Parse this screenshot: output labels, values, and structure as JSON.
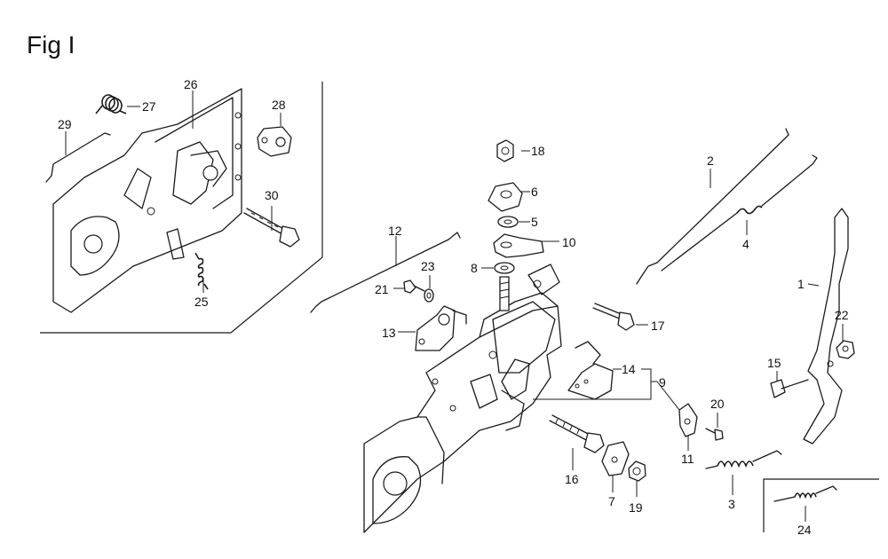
{
  "figure": {
    "title": "Fig I",
    "callouts": {
      "c1": "1",
      "c2": "2",
      "c3": "3",
      "c4": "4",
      "c5": "5",
      "c6": "6",
      "c7": "7",
      "c8": "8",
      "c9": "9",
      "c10": "10",
      "c11": "11",
      "c12": "12",
      "c13": "13",
      "c14": "14",
      "c15": "15",
      "c16": "16",
      "c17": "17",
      "c18": "18",
      "c19": "19",
      "c20": "20",
      "c21": "21",
      "c22": "22",
      "c23": "23",
      "c24": "24",
      "c25": "25",
      "c26": "26",
      "c27": "27",
      "c28": "28",
      "c29": "29",
      "c30": "30"
    }
  }
}
